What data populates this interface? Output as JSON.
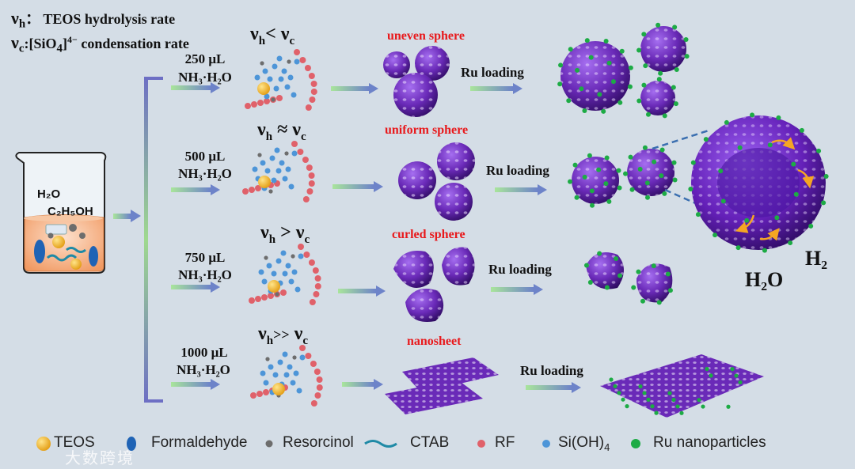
{
  "header": {
    "vh_symbol": "ν",
    "vh_sub": "h",
    "vh_desc": "： TEOS hydrolysis rate",
    "vc_symbol": "ν",
    "vc_sub": "c",
    "vc_desc_pre": ":[SiO",
    "vc_desc_sub": "4",
    "vc_desc_post": "]",
    "vc_desc_sup": "4−",
    "vc_desc_end": " condensation rate"
  },
  "beaker": {
    "water_label": "H₂O",
    "ethanol_label": "C₂H₅OH"
  },
  "rows": [
    {
      "volume": "250 μL",
      "reagent": "NH₃·H₂O",
      "relation": "<",
      "morphology": "uneven sphere",
      "step": "Ru loading"
    },
    {
      "volume": "500 μL",
      "reagent": "NH₃·H₂O",
      "relation": "≈",
      "morphology": "uniform sphere",
      "step": "Ru loading"
    },
    {
      "volume": "750 μL",
      "reagent": "NH₃·H₂O",
      "relation": ">",
      "morphology": "curled sphere",
      "step": "Ru loading"
    },
    {
      "volume": "1000 μL",
      "reagent": "NH₃·H₂O",
      "relation": ">>",
      "morphology": "nanosheet",
      "step": "Ru loading"
    }
  ],
  "zoom": {
    "product": "H₂",
    "reactant": "H₂O"
  },
  "legend": [
    {
      "label": "TEOS",
      "color": "#f2b92a",
      "icon": "yellow-sphere-icon"
    },
    {
      "label": "Formaldehyde",
      "color": "#1f63b5",
      "icon": "blue-ellipse-icon"
    },
    {
      "label": "Resorcinol",
      "color": "#6d6d6d",
      "icon": "gray-dot-icon"
    },
    {
      "label": "CTAB",
      "color": "#1f8aa6",
      "icon": "wave-icon"
    },
    {
      "label": "RF",
      "color": "#e0616a",
      "icon": "red-dot-icon"
    },
    {
      "label": "Si(OH)",
      "label_sub": "4",
      "color": "#4d95d8",
      "icon": "blue-dot-icon"
    },
    {
      "label": "Ru nanoparticles",
      "color": "#1dab45",
      "icon": "green-dot-icon"
    }
  ],
  "watermark": "大数跨境",
  "colors": {
    "background": "#d4dde6",
    "particle_purple": "#6a2ab8",
    "bracket": "#6b6fbf",
    "arrow_start": "#8fd184",
    "arrow_end": "#6a86c8",
    "highlight_red": "#e8191c"
  }
}
